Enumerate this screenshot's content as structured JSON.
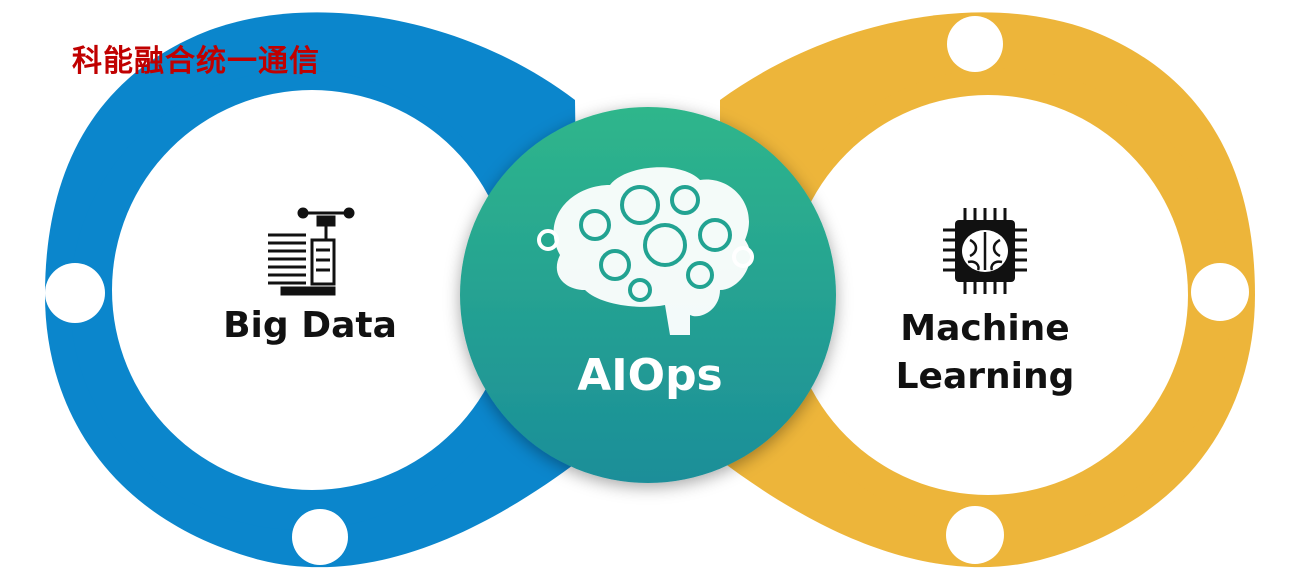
{
  "brand": {
    "title": "科能融合统一通信"
  },
  "diagram": {
    "left": {
      "label": "Big Data",
      "icon": "data-press-icon",
      "color": "#0b86cc"
    },
    "center": {
      "label": "AIOps",
      "icon": "gear-brain-icon",
      "color_top": "#2fb68b",
      "color_bottom": "#1b8e99"
    },
    "right": {
      "label_line1": "Machine",
      "label_line2": "Learning",
      "icon": "brain-chip-icon",
      "color": "#edb53a"
    }
  }
}
